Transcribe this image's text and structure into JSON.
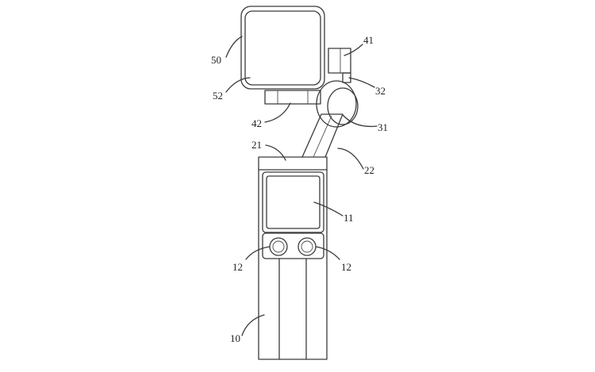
{
  "labels": {
    "l50": "50",
    "l52": "52",
    "l41": "41",
    "l32": "32",
    "l42": "42",
    "l31": "31",
    "l21": "21",
    "l22": "22",
    "l11": "11",
    "l12a": "12",
    "l12b": "12",
    "l10": "10"
  },
  "colors": {
    "line": "#3a3a3a",
    "background": "#ffffff"
  }
}
